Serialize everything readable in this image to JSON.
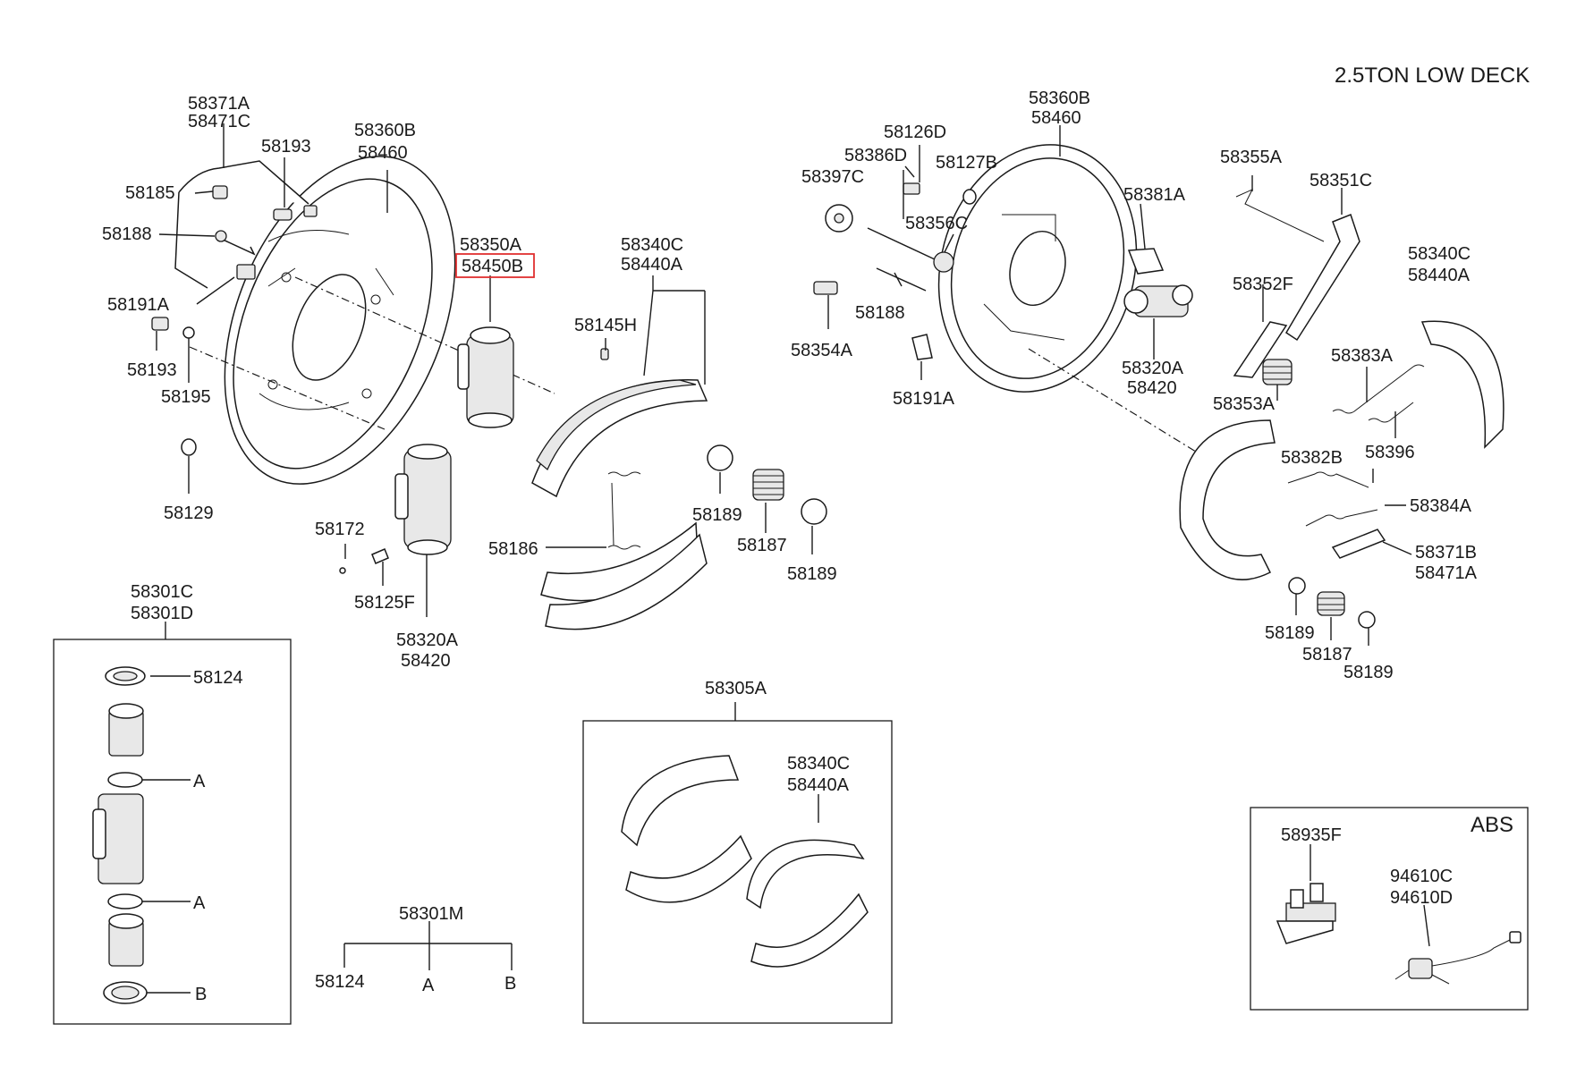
{
  "diagram": {
    "title": "2.5TON LOW DECK",
    "highlight_color": "#e03030",
    "highlighted_part": "58450B",
    "labels": {
      "l58371A": "58371A",
      "l58471C": "58471C",
      "l58193a": "58193",
      "l58185": "58185",
      "l58188a": "58188",
      "l58191Aa": "58191A",
      "l58193b": "58193",
      "l58195": "58195",
      "l58129": "58129",
      "l58360Ba": "58360B",
      "l58460a": "58460",
      "l58350A": "58350A",
      "l58450B": "58450B",
      "l58340Ca": "58340C",
      "l58440Aa": "58440A",
      "l58145H": "58145H",
      "l58172": "58172",
      "l58125F": "58125F",
      "l58320Aa": "58320A",
      "l58420a": "58420",
      "l58186": "58186",
      "l58189a": "58189",
      "l58187a": "58187",
      "l58189b": "58189",
      "l58126D": "58126D",
      "l58386D": "58386D",
      "l58127B": "58127B",
      "l58397C": "58397C",
      "l58356C": "58356C",
      "l58188b": "58188",
      "l58354A": "58354A",
      "l58191Ab": "58191A",
      "l58360Bb": "58360B",
      "l58460b": "58460",
      "l58381A": "58381A",
      "l58320Ab": "58320A",
      "l58420b": "58420",
      "l58355A": "58355A",
      "l58351C": "58351C",
      "l58352F": "58352F",
      "l58353A": "58353A",
      "l58340Cb": "58340C",
      "l58440Ab": "58440A",
      "l58383A": "58383A",
      "l58396": "58396",
      "l58382B": "58382B",
      "l58384A": "58384A",
      "l58371B": "58371B",
      "l58471A": "58471A",
      "l58189c": "58189",
      "l58187b": "58187",
      "l58189d": "58189",
      "l58301C": "58301C",
      "l58301D": "58301D",
      "l58124a": "58124",
      "lAa": "A",
      "lAb": "A",
      "lBa": "B",
      "l58301M": "58301M",
      "l58124b": "58124",
      "lAc": "A",
      "lBb": "B",
      "l58305A": "58305A",
      "l58340Cc": "58340C",
      "l58440Ac": "58440A",
      "lABS": "ABS",
      "l58935F": "58935F",
      "l94610C": "94610C",
      "l94610D": "94610D"
    }
  }
}
